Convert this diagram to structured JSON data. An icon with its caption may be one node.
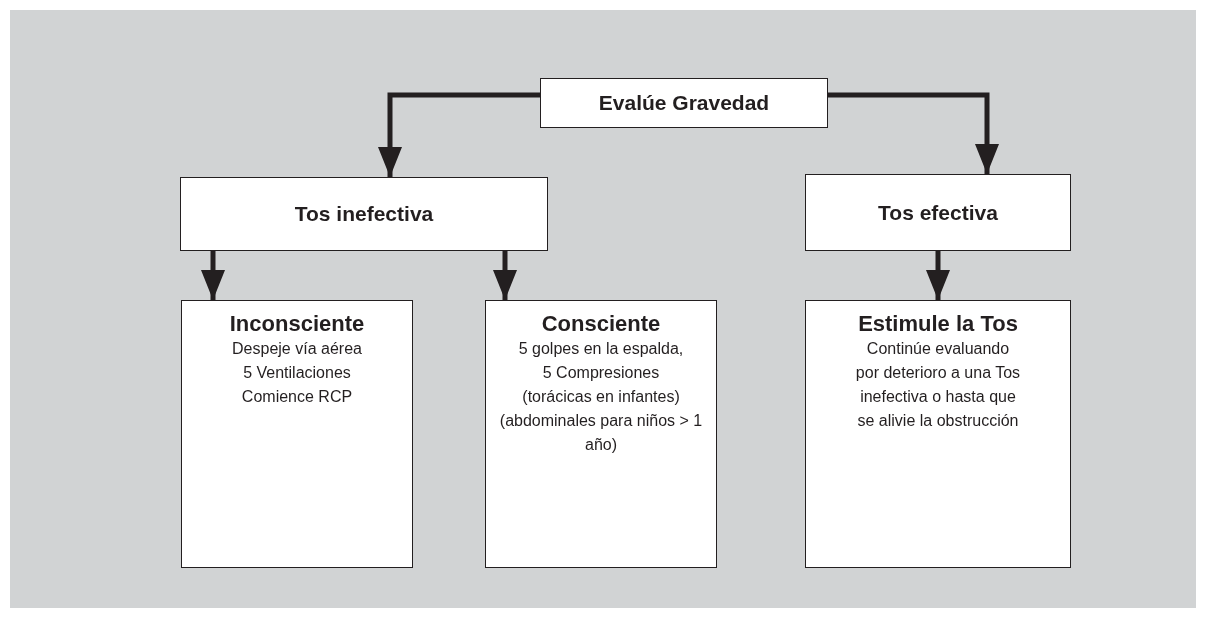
{
  "diagram": {
    "nodes": [
      {
        "text": [
          "Evalúe Gravedad"
        ]
      },
      {
        "text": [
          "Tos inefectiva"
        ]
      },
      {
        "text": [
          "Tos efectiva"
        ]
      },
      {
        "text": [
          "Inconsciente",
          "Despeje vía aérea",
          "5 Ventilaciones",
          "Comience RCP"
        ]
      },
      {
        "text": [
          "Consciente",
          "5 golpes en la espalda,",
          "5 Compresiones",
          "(torácicas en infantes)",
          "(abdominales para niños > 1 año)"
        ]
      },
      {
        "text": [
          "Estimule la Tos",
          "Continúe evaluando por deterioro a una Tos inefectiva o hasta que se alivie la obstrucción"
        ]
      }
    ],
    "edges": [
      {
        "from": 0,
        "to": 1,
        "arrow": "to"
      },
      {
        "from": 0,
        "to": 2,
        "arrow": "to"
      },
      {
        "from": 1,
        "to": 3,
        "arrow": "to"
      },
      {
        "from": 1,
        "to": 4,
        "arrow": "to"
      },
      {
        "from": 2,
        "to": 5,
        "arrow": "to"
      }
    ]
  }
}
